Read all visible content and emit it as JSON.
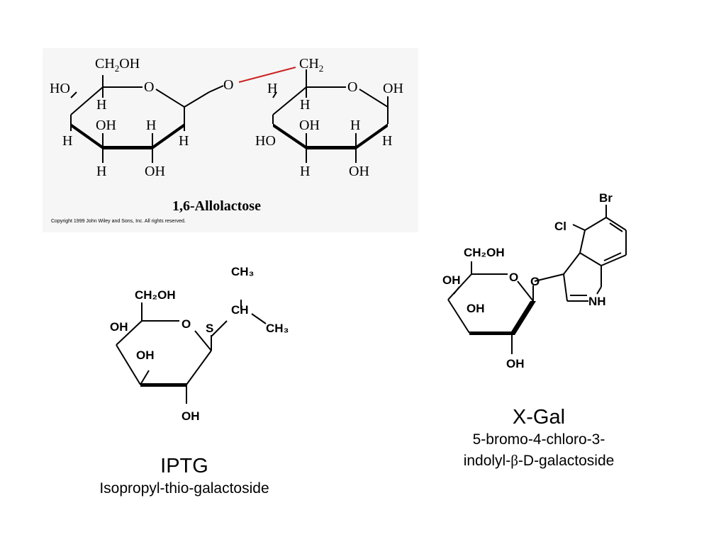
{
  "allolactose": {
    "title": "1,6-Allolactose",
    "copyright": "Copyright 1999 John Wiley and Sons, Inc. All rights reserved.",
    "left_ring": {
      "ch2oh": "CH",
      "ch2oh_sub": "2",
      "ch2oh_tail": "OH",
      "ho": "HO",
      "o": "O",
      "h_top": "H",
      "h_left": "H",
      "oh_mid": "OH",
      "h_mid": "H",
      "h_right": "H",
      "h_bottom": "H",
      "oh_bottom": "OH"
    },
    "link_o": "O",
    "right_ring": {
      "ch2": "CH",
      "ch2_sub": "2",
      "h_top_left": "H",
      "h_top": "H",
      "o": "O",
      "oh_right": "OH",
      "ho": "HO",
      "oh_mid": "OH",
      "h_mid": "H",
      "h_right": "H",
      "h_bottom": "H",
      "oh_bottom": "OH"
    },
    "colors": {
      "panel": "#f6f6f6",
      "link_bond": "#cc2222"
    }
  },
  "iptg": {
    "title": "IPTG",
    "subtitle": "Isopropyl-thio-galactoside",
    "labels": {
      "ch2oh": "CH₂OH",
      "oh_left": "OH",
      "o": "O",
      "s": "S",
      "ch": "CH",
      "ch3_top": "CH₃",
      "ch3_right": "CH₃",
      "oh_mid": "OH",
      "oh_bottom": "OH"
    }
  },
  "xgal": {
    "title": "X-Gal",
    "subtitle_line1": "5-bromo-4-chloro-3-",
    "subtitle_line2_pre": "indolyl-",
    "subtitle_line2_beta": "β",
    "subtitle_line2_post": "-D-galactoside",
    "labels": {
      "br": "Br",
      "cl": "Cl",
      "ch2oh": "CH₂OH",
      "oh_left": "OH",
      "o_ring": "O",
      "o_link": "O",
      "oh_mid": "OH",
      "nh": "NH",
      "oh_bottom": "OH"
    }
  }
}
